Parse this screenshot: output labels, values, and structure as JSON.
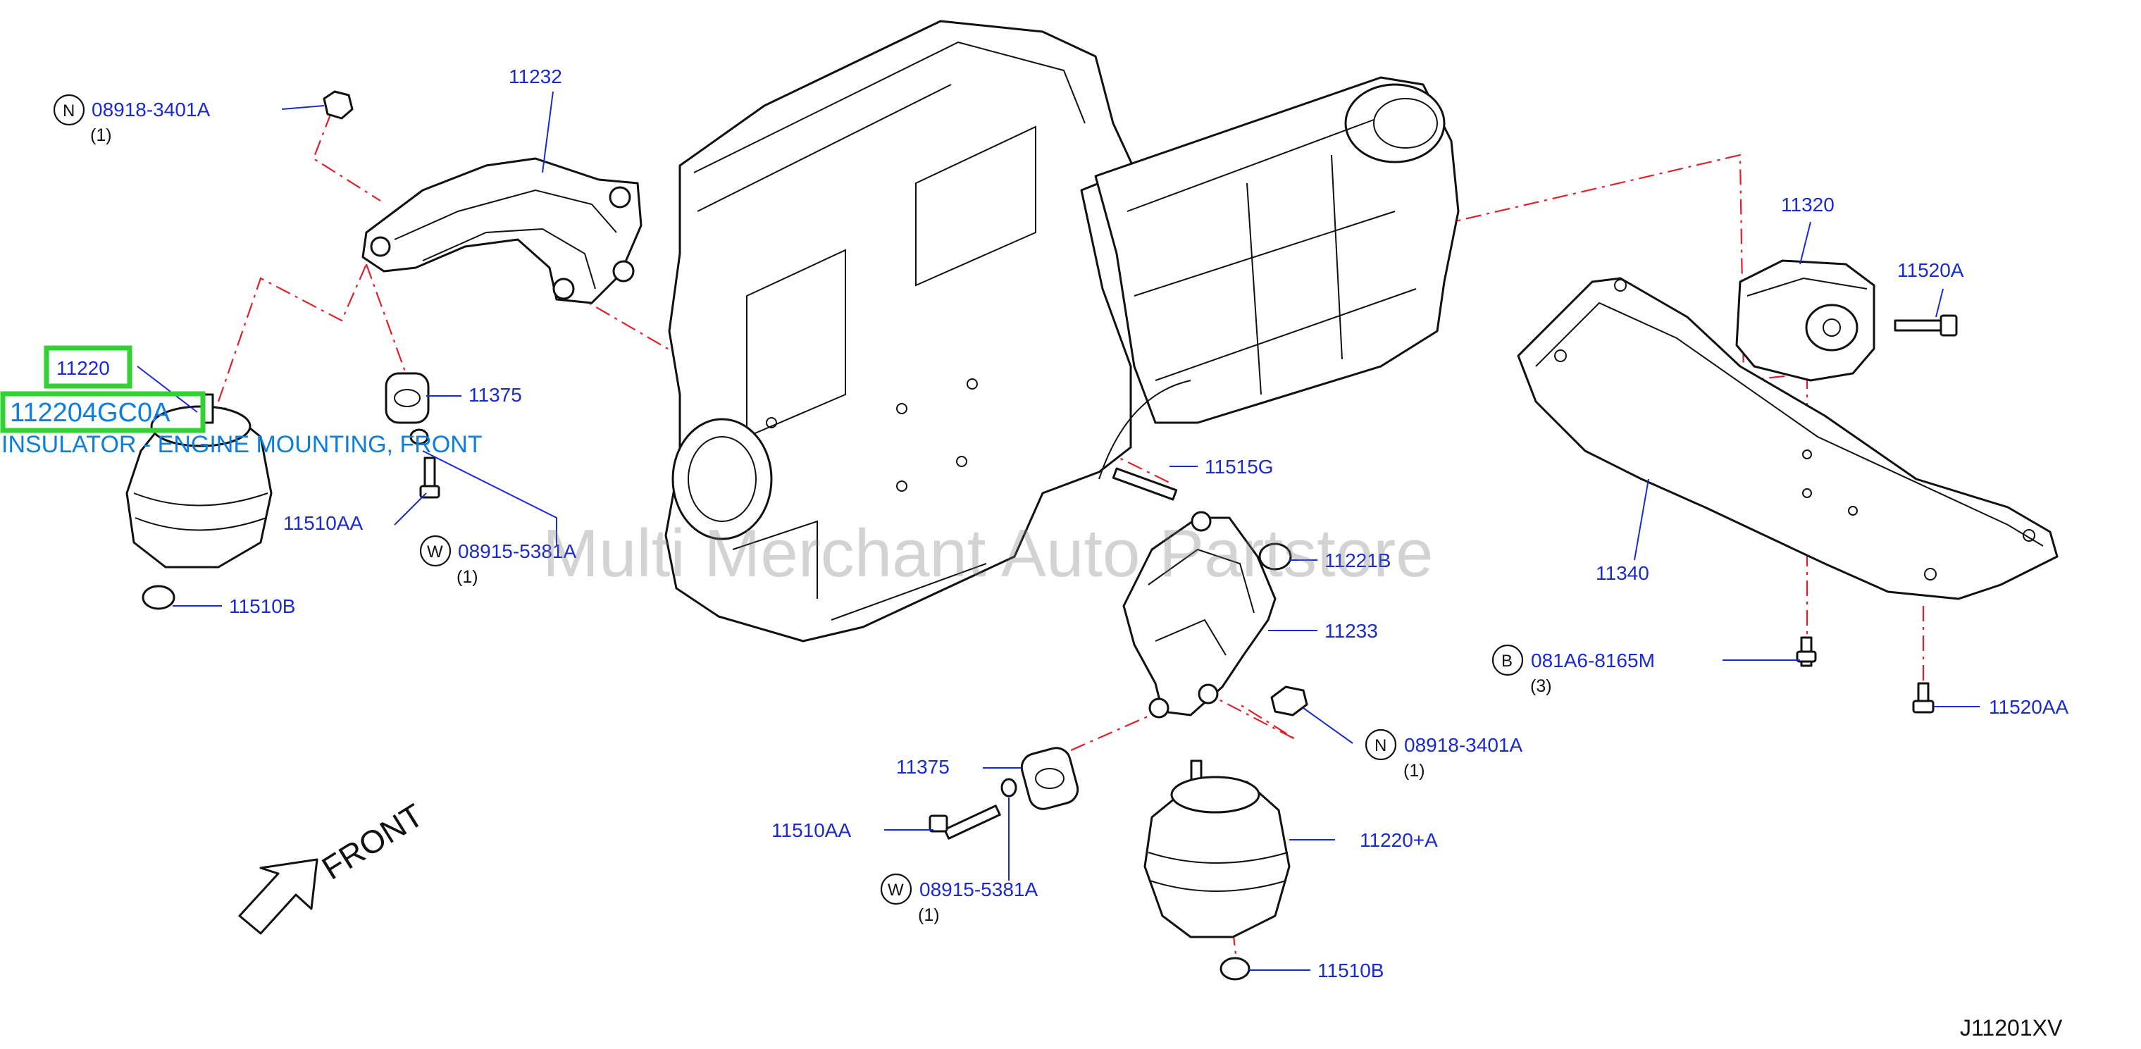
{
  "diagram_code": "J11201XV",
  "watermark": "Multi Merchant Auto Partstore",
  "direction_label": "FRONT",
  "highlight": {
    "ref": "11220",
    "part_number": "112204GC0A",
    "description": "INSULATOR - ENGINE MOUNTING, FRONT"
  },
  "callouts": {
    "n_nut_top": {
      "prefix": "N",
      "code": "08918-3401A",
      "qty": "(1)"
    },
    "bracket_left": {
      "code": "11232"
    },
    "bush_left": {
      "code": "11375"
    },
    "bolt_left": {
      "code": "11510AA"
    },
    "washer_left": {
      "prefix": "W",
      "code": "08915-5381A",
      "qty": "(1)"
    },
    "nut_left": {
      "code": "11510B"
    },
    "stud": {
      "code": "11515G"
    },
    "nut_mid": {
      "code": "11221B"
    },
    "bracket_right": {
      "code": "11233"
    },
    "n_nut_mid": {
      "prefix": "N",
      "code": "08918-3401A",
      "qty": "(1)"
    },
    "bush_right": {
      "code": "11375"
    },
    "bolt_right": {
      "code": "11510AA"
    },
    "washer_right": {
      "prefix": "W",
      "code": "08915-5381A",
      "qty": "(1)"
    },
    "insulator_right": {
      "code": "11220+A"
    },
    "nut_bottom": {
      "code": "11510B"
    },
    "rear_mount": {
      "code": "11320"
    },
    "rear_bolt": {
      "code": "11520A"
    },
    "crossmember": {
      "code": "11340"
    },
    "b_bolt": {
      "prefix": "B",
      "code": "081A6-8165M",
      "qty": "(3)"
    },
    "rear_bolt_lower": {
      "code": "11520AA"
    }
  }
}
